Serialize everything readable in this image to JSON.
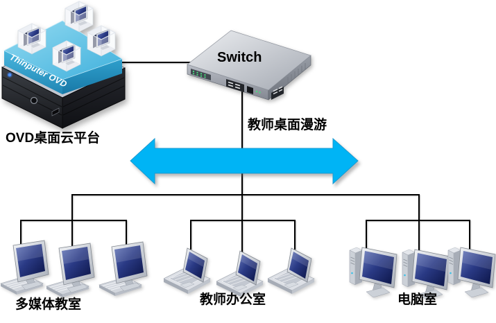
{
  "server": {
    "device_text": "Thinputer OVD",
    "label": "OVD桌面云平台",
    "virtual_desktop_count": 4
  },
  "switch": {
    "label": "Switch"
  },
  "roaming_label": "教师桌面漫游",
  "groups": [
    {
      "label": "多媒体教室",
      "device_type": "desktop-computer",
      "device_count": 3
    },
    {
      "label": "教师办公室",
      "device_type": "laptop",
      "device_count": 3
    },
    {
      "label": "电脑室",
      "device_type": "desktop-monitor",
      "device_count": 3
    }
  ],
  "colors": {
    "arrow": "#00B4F5",
    "connector_line": "#000000",
    "platform_cyan": "#3FB0DC",
    "screen_navy": "#1b2a6b"
  }
}
